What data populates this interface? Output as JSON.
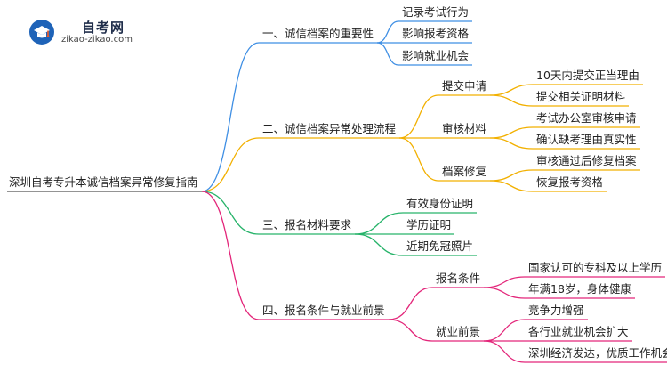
{
  "logo": {
    "title": "自考网",
    "url": "zikao-zikao.com"
  },
  "mindmap": {
    "root": "深圳自考专升本诚信档案异常修复指南",
    "branches": [
      {
        "label": "一、诚信档案的重要性",
        "color": "#3f8fe4",
        "children": [
          {
            "label": "记录考试行为"
          },
          {
            "label": "影响报考资格"
          },
          {
            "label": "影响就业机会"
          }
        ]
      },
      {
        "label": "二、诚信档案异常处理流程",
        "color": "#f2b000",
        "children": [
          {
            "label": "提交申请",
            "children": [
              "10天内提交正当理由",
              "提交相关证明材料"
            ]
          },
          {
            "label": "审核材料",
            "children": [
              "考试办公室审核申请",
              "确认缺考理由真实性"
            ]
          },
          {
            "label": "档案修复",
            "children": [
              "审核通过后修复档案",
              "恢复报考资格"
            ]
          }
        ]
      },
      {
        "label": "三、报名材料要求",
        "color": "#27b36a",
        "children": [
          {
            "label": "有效身份证明"
          },
          {
            "label": "学历证明"
          },
          {
            "label": "近期免冠照片"
          }
        ]
      },
      {
        "label": "四、报名条件与就业前景",
        "color": "#e3267a",
        "children": [
          {
            "label": "报名条件",
            "children": [
              "国家认可的专科及以上学历",
              "年满18岁，身体健康"
            ]
          },
          {
            "label": "就业前景",
            "children": [
              "竞争力增强",
              "各行业就业机会扩大",
              "深圳经济发达，优质工作机会"
            ]
          }
        ]
      }
    ]
  }
}
